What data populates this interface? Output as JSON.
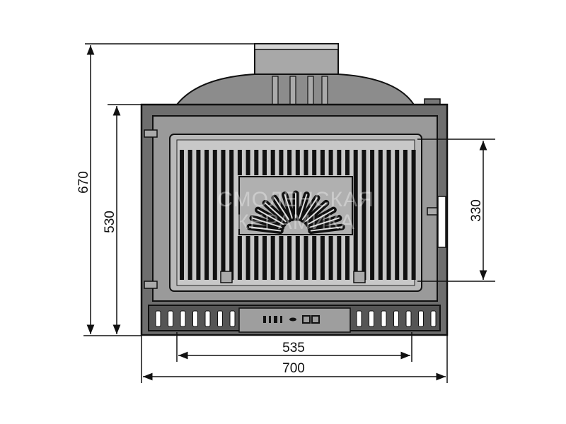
{
  "title": "Fireplace insert dimensional drawing",
  "dimensions": {
    "total_height": "670",
    "body_height": "530",
    "glass_height": "330",
    "glass_width": "535",
    "total_width": "700"
  },
  "watermark": {
    "line1": "СМОЛЕНСКАЯ",
    "line2": "КЕРАМИКА"
  },
  "colors": {
    "frame": "#6e6e6e",
    "door": "#9a9a9a",
    "bars": "#111111",
    "panel": "#b8b8b8"
  }
}
